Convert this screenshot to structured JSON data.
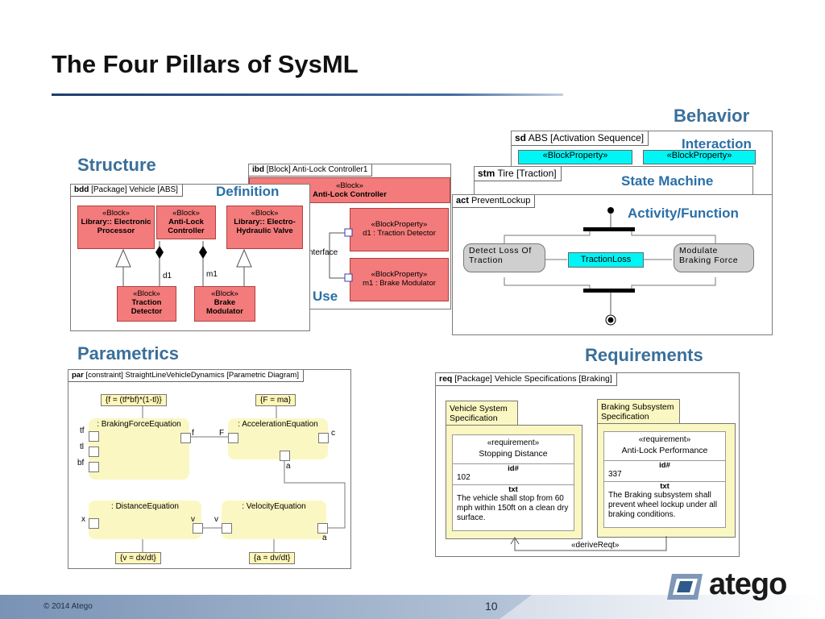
{
  "slide": {
    "title": "The Four Pillars of SysML",
    "footer_copyright": "© 2014 Atego",
    "page_number": "10",
    "logo_text": "atego"
  },
  "labels": {
    "behavior": "Behavior",
    "interaction": "Interaction",
    "state_machine": "State Machine",
    "activity": "Activity/Function",
    "structure": "Structure",
    "definition": "Definition",
    "use": "Use",
    "parametrics": "Parametrics",
    "requirements": "Requirements"
  },
  "sd": {
    "kind": "sd",
    "name": "ABS [Activation Sequence]",
    "lifeline1": "«BlockProperty»",
    "lifeline2": "«BlockProperty»"
  },
  "stm": {
    "kind": "stm",
    "name": "Tire [Traction]"
  },
  "act": {
    "kind": "act",
    "name": "PreventLockup",
    "action1": "Detect Loss Of Traction",
    "object": "TractionLoss",
    "action2": "Modulate Braking Force"
  },
  "ibd": {
    "kind": "ibd",
    "name": "[Block] Anti-Lock Controller1",
    "block_stereo": "«Block»",
    "block_name": "Anti-Lock Controller",
    "part1_stereo": "«BlockProperty»",
    "part1_name": "d1 : Traction Detector",
    "part2_stereo": "«BlockProperty»",
    "part2_name": "m1 : Brake Modulator",
    "connector_label": "nterface"
  },
  "bdd": {
    "kind": "bdd",
    "name": "[Package] Vehicle [ABS]",
    "block1_stereo": "«Block»",
    "block1_name": "Library:: Electronic Processor",
    "block2_stereo": "«Block»",
    "block2_name": "Anti-Lock Controller",
    "block3_stereo": "«Block»",
    "block3_name": "Library:: Electro-Hydraulic Valve",
    "block4_stereo": "«Block»",
    "block4_name": "Traction Detector",
    "block5_stereo": "«Block»",
    "block5_name": "Brake Modulator",
    "role1": "d1",
    "role2": "m1"
  },
  "par": {
    "kind": "par",
    "name": "[constraint] StraightLineVehicleDynamics [Parametric Diagram]",
    "eq1_note": "{f = (tf*bf)*(1-tl)}",
    "eq2_note": "{F = ma}",
    "eq3_note": "{v = dx/dt}",
    "eq4_note": "{a = dv/dt}",
    "c1": ": BrakingForceEquation",
    "c2": ": AccelerationEquation",
    "c3": ": DistanceEquation",
    "c4": ": VelocityEquation",
    "p_tf": "tf",
    "p_tl": "tl",
    "p_bf": "bf",
    "p_f": "f",
    "p_F": "F",
    "p_c": "c",
    "p_a1": "a",
    "p_x": "x",
    "p_v1": "v",
    "p_v2": "v",
    "p_a2": "a"
  },
  "req": {
    "kind": "req",
    "name": "[Package] Vehicle Specifications [Braking]",
    "pkg1": "Vehicle System Specification",
    "pkg2": "Braking Subsystem Specification",
    "r1_stereo": "«requirement»",
    "r1_name": "Stopping Distance",
    "r1_id_label": "id#",
    "r1_id": "102",
    "r1_txt_label": "txt",
    "r1_txt": "The vehicle shall stop from 60 mph within 150ft on a clean dry surface.",
    "r2_stereo": "«requirement»",
    "r2_name": "Anti-Lock Performance",
    "r2_id_label": "id#",
    "r2_id": "337",
    "r2_txt_label": "txt",
    "r2_txt": "The Braking subsystem shall prevent wheel lockup under all braking conditions.",
    "relation": "«deriveReqt»"
  }
}
